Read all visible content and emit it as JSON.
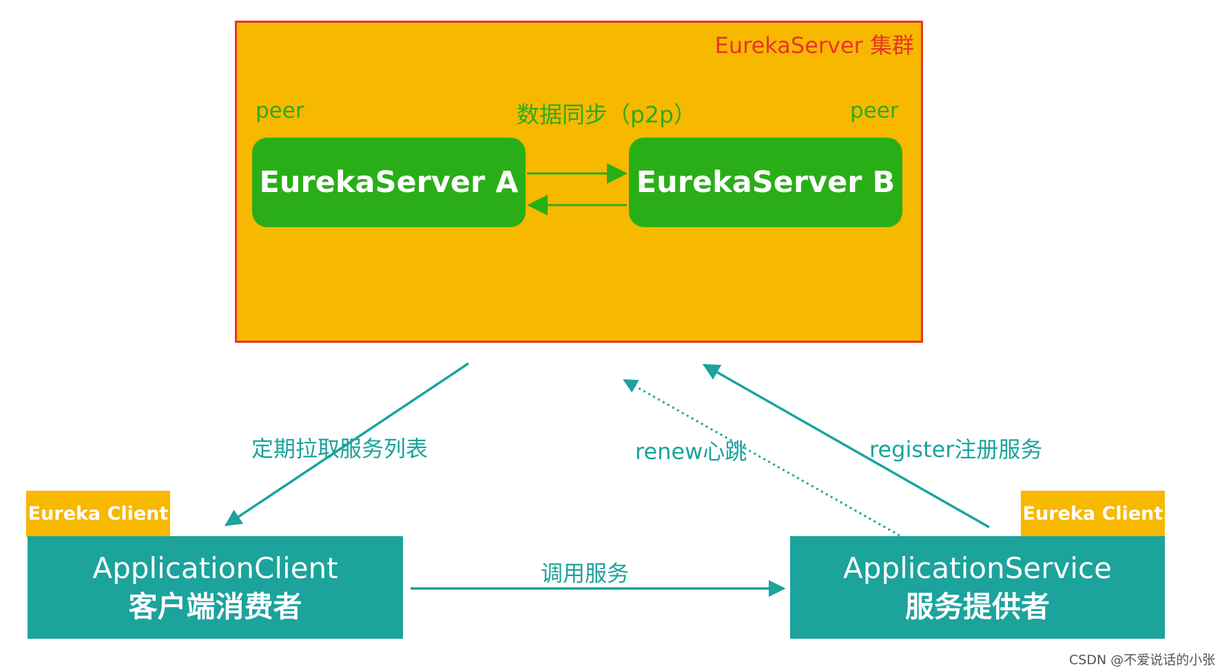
{
  "cluster": {
    "title": "EurekaServer 集群",
    "peer_left": "peer",
    "peer_right": "peer",
    "sync_label": "数据同步（p2p）",
    "server_a": "EurekaServer A",
    "server_b": "EurekaServer B"
  },
  "client": {
    "tag": "Eureka Client",
    "name": "ApplicationClient",
    "role": "客户端消费者"
  },
  "service": {
    "tag": "Eureka Client",
    "name": "ApplicationService",
    "role": "服务提供者"
  },
  "flows": {
    "pull": "定期拉取服务列表",
    "renew": "renew心跳",
    "register": "register注册服务",
    "invoke": "调用服务"
  },
  "watermark": "CSDN @不爱说话的小张",
  "colors": {
    "cluster_fill": "#f7b800",
    "cluster_border": "#e8342a",
    "server_fill": "#2aae17",
    "app_fill": "#1ba39c",
    "arrow": "#1ba39c"
  }
}
